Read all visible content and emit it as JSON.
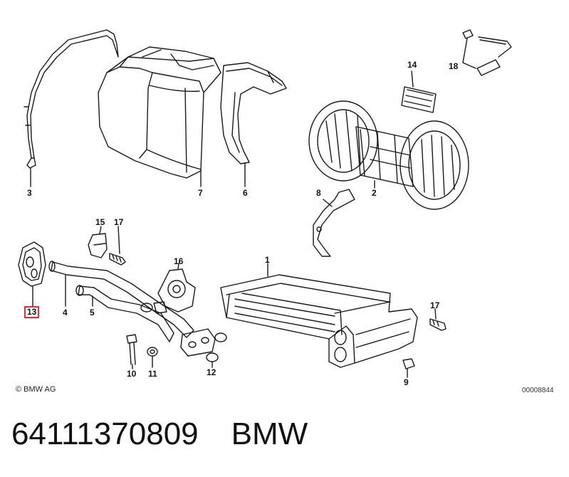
{
  "callouts": {
    "c1": "1",
    "c2": "2",
    "c3": "3",
    "c4": "4",
    "c5": "5",
    "c6": "6",
    "c7": "7",
    "c8": "8",
    "c9": "9",
    "c10": "10",
    "c11": "11",
    "c12": "12",
    "c13": "13",
    "c14": "14",
    "c15": "15",
    "c16": "16",
    "c17a": "17",
    "c17b": "17",
    "c18": "18"
  },
  "copyright": "© BMW AG",
  "doc_id": "00008844",
  "footer": {
    "part_number": "64111370809",
    "brand": "BMW"
  },
  "colors": {
    "highlight": "#e0303a",
    "line": "#1a1a1a"
  }
}
